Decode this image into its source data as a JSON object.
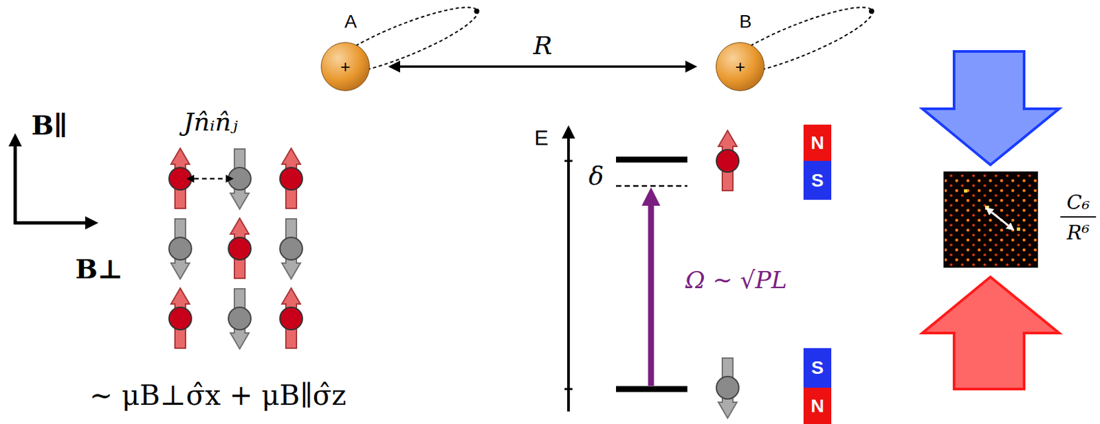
{
  "diagram": {
    "nodes": [
      {
        "text": [
          "A",
          "+"
        ]
      },
      {
        "text": [
          "B",
          "+"
        ]
      },
      {
        "text": [
          "N"
        ]
      },
      {
        "text": [
          "S"
        ]
      },
      {
        "text": [
          "S"
        ]
      },
      {
        "text": [
          "N"
        ]
      }
    ],
    "edges": [
      {
        "from": 0,
        "to": 1,
        "arrow": "both",
        "label": "R"
      }
    ],
    "labels": [
      "B∥",
      "B⊥",
      "Jn̂ᵢn̂ⱼ",
      "∼ μB⊥σ̂x + μB∥σ̂z",
      "E",
      "δ",
      "Ω ∼ √PL",
      "C₆",
      "R⁶"
    ]
  }
}
